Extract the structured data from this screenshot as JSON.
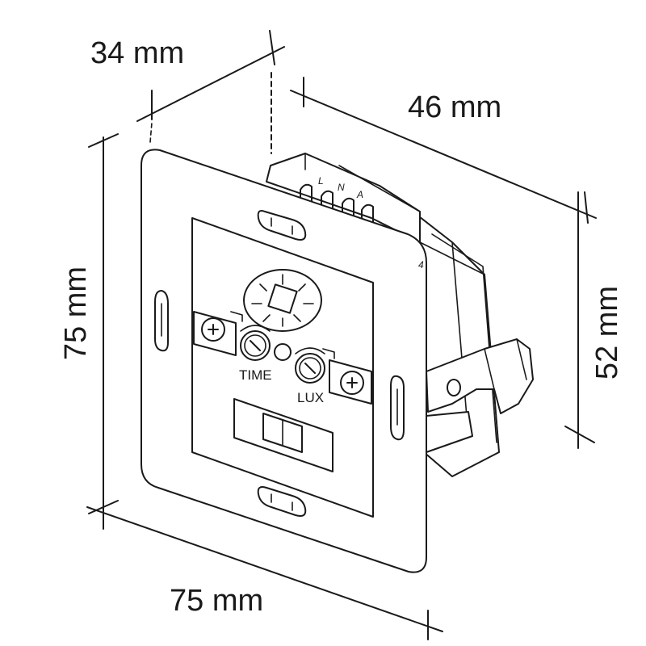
{
  "dimensions": {
    "depth": "34 mm",
    "body_width": "46 mm",
    "plate_height": "75 mm",
    "body_height": "52 mm",
    "plate_width": "75 mm"
  },
  "controls": {
    "time_label": "TIME",
    "lux_label": "LUX"
  },
  "terminals": {
    "t1": "L",
    "t2": "N",
    "t3": "A"
  },
  "small_mark": "4"
}
